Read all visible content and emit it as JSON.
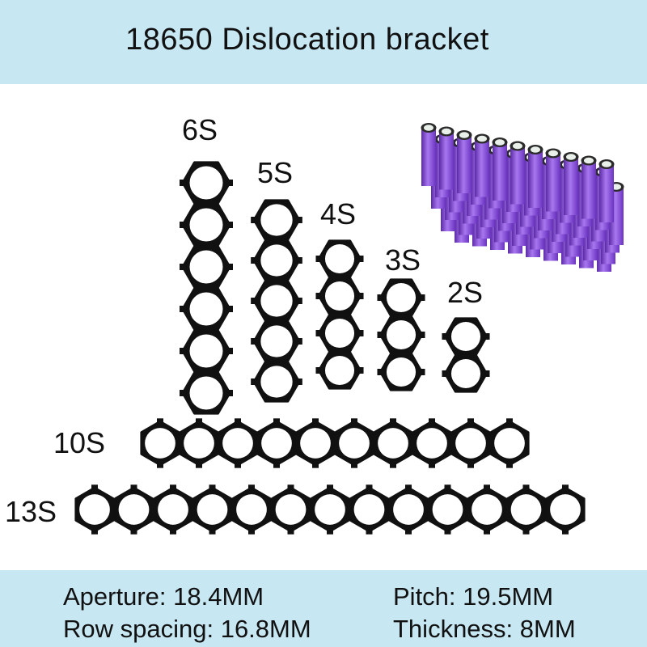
{
  "title": "18650 Dislocation bracket",
  "brackets": [
    {
      "label": "6S",
      "cells": 6,
      "orientation": "vertical"
    },
    {
      "label": "5S",
      "cells": 5,
      "orientation": "vertical"
    },
    {
      "label": "4S",
      "cells": 4,
      "orientation": "vertical"
    },
    {
      "label": "3S",
      "cells": 3,
      "orientation": "vertical"
    },
    {
      "label": "2S",
      "cells": 2,
      "orientation": "vertical"
    },
    {
      "label": "10S",
      "cells": 10,
      "orientation": "horizontal"
    },
    {
      "label": "13S",
      "cells": 13,
      "orientation": "horizontal"
    }
  ],
  "specs": {
    "aperture": "Aperture: 18.4MM",
    "pitch": "Pitch: 19.5MM",
    "row_spacing": "Row spacing: 16.8MM",
    "thickness": "Thickness: 8MM"
  },
  "colors": {
    "banner": "#c7e7f3",
    "bracket": "#111111",
    "cell_wrap": "#8a4fd8",
    "cell_cap": "#e9f0ea"
  },
  "icons": {
    "battery_pack": "battery-pack-image"
  }
}
